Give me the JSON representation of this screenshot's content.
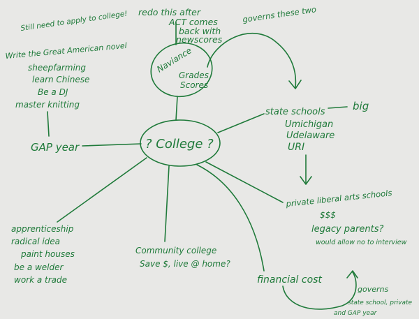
{
  "mindmap": {
    "center": "? College ?",
    "top_note": [
      "redo this after",
      "ACT comes",
      "back with",
      "newscores"
    ],
    "governs_note": "governs these two",
    "navigance_node": [
      "Naviance",
      "Grades",
      "Scores"
    ],
    "apply_note": "Still need to apply to college!",
    "gap_ideas": [
      "Write the Great American novel",
      "sheepfarming",
      "learn Chinese",
      "Be a DJ",
      "master knitting"
    ],
    "gap_year": "GAP year",
    "state_schools_title": "state schools",
    "state_schools_size": "big",
    "state_schools": [
      "Umichigan",
      "Udelaware",
      "URI"
    ],
    "private_schools": [
      "private liberal arts schools",
      "$$$",
      "legacy parents?",
      "would allow no to interview"
    ],
    "apprenticeship": [
      "apprenticeship",
      "radical idea",
      "paint houses",
      "be a welder",
      "work a trade"
    ],
    "community_college": [
      "Community college",
      "Save $, live @ home?"
    ],
    "financial_cost": "financial cost",
    "governs_bottom": [
      "governs",
      "state school, private",
      "and GAP year"
    ]
  },
  "colors": {
    "ink": "#1f7a3a",
    "paper": "#e9e9e9"
  }
}
